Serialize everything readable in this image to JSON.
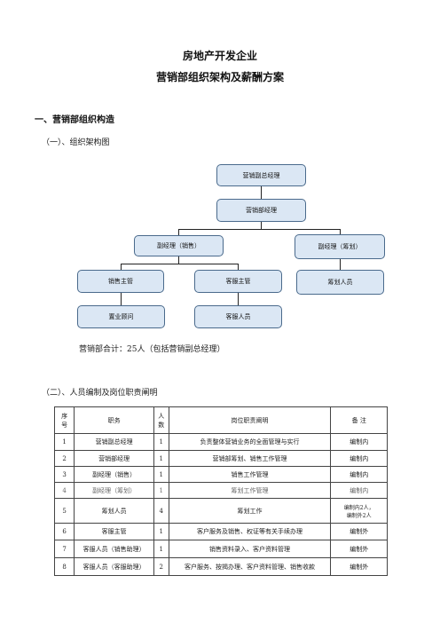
{
  "document": {
    "title": "房地产开发企业",
    "subtitle": "营销部组织架构及薪酬方案",
    "section1": "一、营销部组织构造",
    "subsection1": "（一）、组织架构图",
    "total_note": "营销部合计：25人（包括营销副总经理）",
    "subsection2": "（二）、人员编制及岗位职责阐明"
  },
  "org_chart": {
    "vp": "营销副总经理",
    "manager": "营销部经理",
    "deputy_sales": "副经理（销售）",
    "deputy_plan": "副经理（筹划）",
    "sales_supervisor": "销售主管",
    "cs_supervisor": "客服主管",
    "planner": "筹划人员",
    "consultant": "置业顾问",
    "cs_staff": "客服人员"
  },
  "staff_table": {
    "headers": {
      "no_1": "序",
      "no_2": "号",
      "position": "职务",
      "count_1": "人",
      "count_2": "数",
      "duties": "岗位职责阐明",
      "remark": "备  注"
    },
    "rows": [
      {
        "no": "1",
        "position": "营销副总经理",
        "count": "1",
        "duties": "负责整体营销业务的全面管理与实行",
        "remark": "编制内"
      },
      {
        "no": "2",
        "position": "营销部经理",
        "count": "1",
        "duties": "营销部筹划、销售工作管理",
        "remark": "编制内"
      },
      {
        "no": "3",
        "position": "副经理（销售）",
        "count": "1",
        "duties": "销售工作管理",
        "remark": "编制内"
      },
      {
        "no": "4",
        "position": "副经理（筹划）",
        "count": "1",
        "duties": "筹划工作管理",
        "remark": "编制内"
      },
      {
        "no": "5",
        "position": "筹划人员",
        "count": "4",
        "duties": "筹划工作",
        "remark_1": "编制内2人，",
        "remark_2": "编制外2人"
      },
      {
        "no": "6",
        "position": "客服主管",
        "count": "1",
        "duties": "客户服务及销售、权证等有关手续办理",
        "remark": "编制外"
      },
      {
        "no": "7",
        "position": "客服人员（销售助理）",
        "count": "1",
        "duties": "销售资料录入、客户资料管理",
        "remark": "编制外"
      },
      {
        "no": "8",
        "position": "客服人员（客服助理）",
        "count": "2",
        "duties": "客户服务、按揭办理、客户资料管理、销售收款",
        "remark": "编制外"
      }
    ]
  }
}
